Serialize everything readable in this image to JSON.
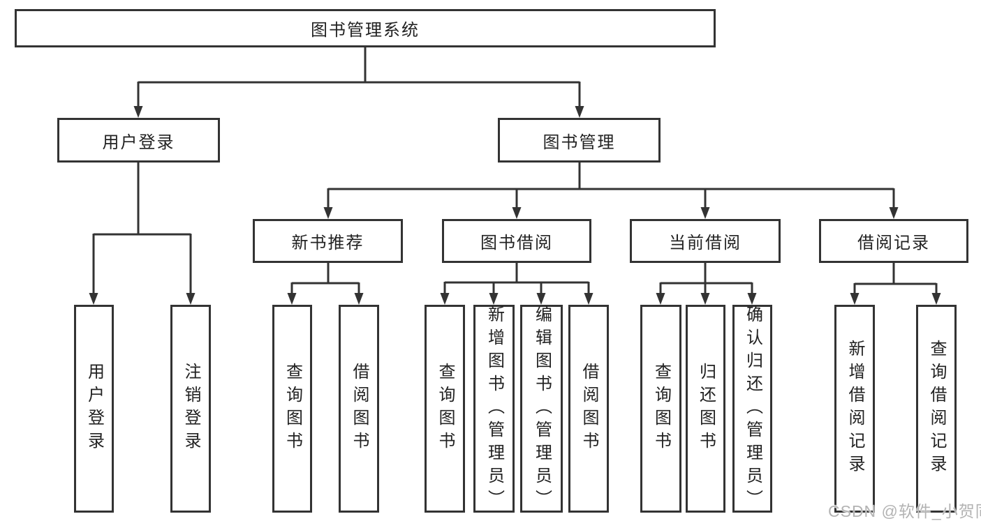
{
  "tree": {
    "root": {
      "label": "图书管理系统"
    },
    "branches": [
      {
        "label": "用户登录",
        "children": [
          {
            "label": "用户登录"
          },
          {
            "label": "注销登录"
          }
        ]
      },
      {
        "label": "图书管理",
        "children": [
          {
            "label": "新书推荐",
            "children": [
              {
                "label": "查询图书"
              },
              {
                "label": "借阅图书"
              }
            ]
          },
          {
            "label": "图书借阅",
            "children": [
              {
                "label": "查询图书"
              },
              {
                "label": "新增图书（管理员）"
              },
              {
                "label": "编辑图书（管理员）"
              },
              {
                "label": "借阅图书"
              }
            ]
          },
          {
            "label": "当前借阅",
            "children": [
              {
                "label": "查询图书"
              },
              {
                "label": "归还图书"
              },
              {
                "label": "确认归还（管理员）"
              }
            ]
          },
          {
            "label": "借阅记录",
            "children": [
              {
                "label": "新增借阅记录"
              },
              {
                "label": "查询借阅记录"
              }
            ]
          }
        ]
      }
    ]
  },
  "watermark": {
    "text": "CSDN @软件_小贺同学"
  },
  "colors": {
    "line": "#333333",
    "box_border": "#333333",
    "box_fill": "#ffffff",
    "text": "#222222",
    "watermark": "#b3b3b3",
    "background": "#ffffff"
  }
}
